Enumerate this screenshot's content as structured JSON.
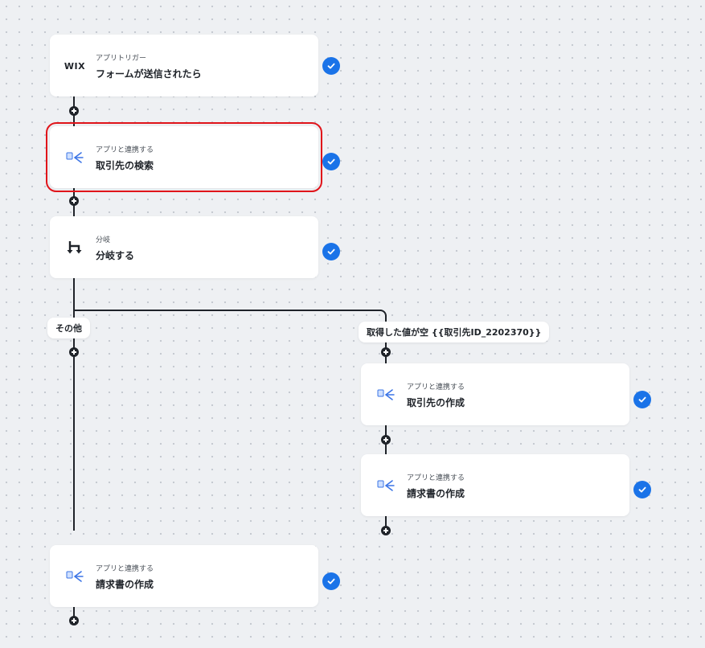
{
  "nodes": [
    {
      "sub": "アプリトリガー",
      "title": "フォームが送信されたら",
      "icon": "wix-logo-icon",
      "icon_text": "WIX"
    },
    {
      "sub": "アプリと連携する",
      "title": "取引先の検索",
      "icon": "app-integration-icon"
    },
    {
      "sub": "分岐",
      "title": "分岐する",
      "icon": "branch-icon"
    },
    {
      "sub": "アプリと連携する",
      "title": "取引先の作成",
      "icon": "app-integration-icon"
    },
    {
      "sub": "アプリと連携する",
      "title": "請求書の作成",
      "icon": "app-integration-icon"
    },
    {
      "sub": "アプリと連携する",
      "title": "請求書の作成",
      "icon": "app-integration-icon"
    }
  ],
  "branches": {
    "other_label": "その他",
    "condition_label": "取得した値が空 {{取引先ID_2202370}}"
  },
  "colors": {
    "check": "#1a73e8",
    "selected_outline": "#e0141a",
    "connector": "#1f2329"
  }
}
